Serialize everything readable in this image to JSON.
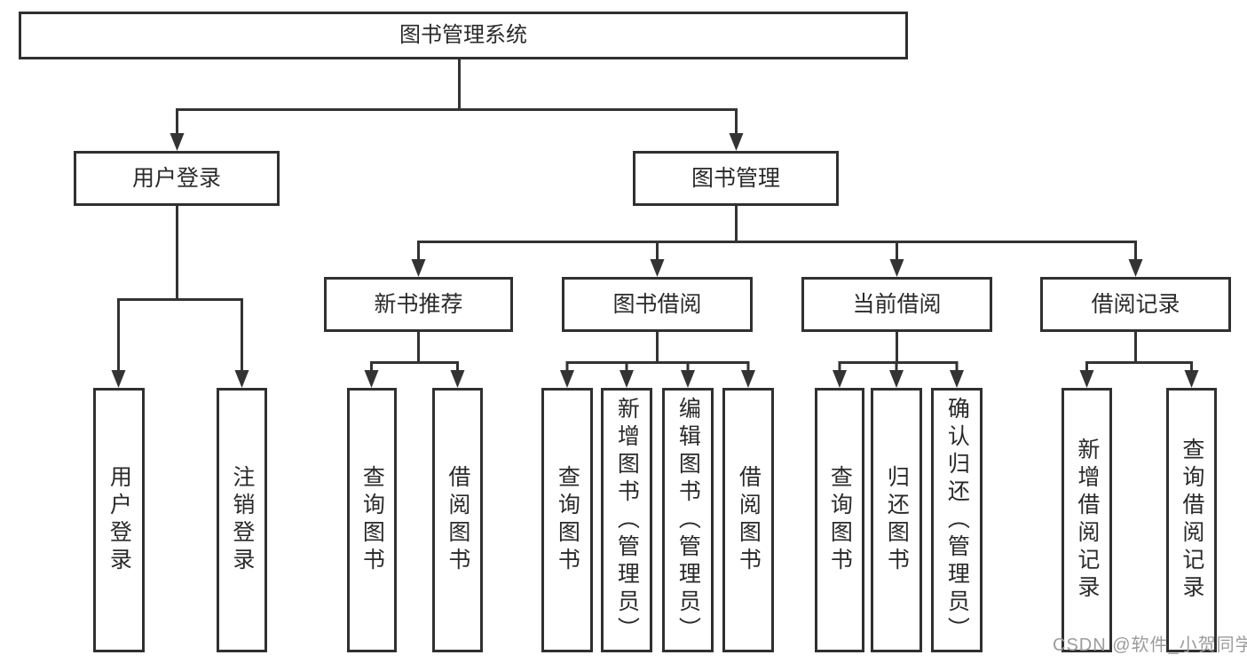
{
  "tree": {
    "root": "图书管理系统",
    "user": {
      "label": "用户登录",
      "children": [
        "用户登录",
        "注销登录"
      ]
    },
    "mgmt": {
      "label": "图书管理",
      "recommend": {
        "label": "新书推荐",
        "children": [
          "查询图书",
          "借阅图书"
        ]
      },
      "borrow": {
        "label": "图书借阅",
        "children": [
          "查询图书",
          "新增图书（管理员）",
          "编辑图书（管理员）",
          "借阅图书"
        ]
      },
      "current": {
        "label": "当前借阅",
        "children": [
          "查询图书",
          "归还图书",
          "确认归还（管理员）"
        ]
      },
      "records": {
        "label": "借阅记录",
        "children": [
          "新增借阅记录",
          "查询借阅记录"
        ]
      }
    }
  },
  "watermark": "CSDN @软件_小贺同学",
  "colors": {
    "line": "#333333",
    "box_border": "#303030",
    "text": "#2a2a2a",
    "watermark": "#9c9c9c",
    "background": "#ffffff"
  }
}
